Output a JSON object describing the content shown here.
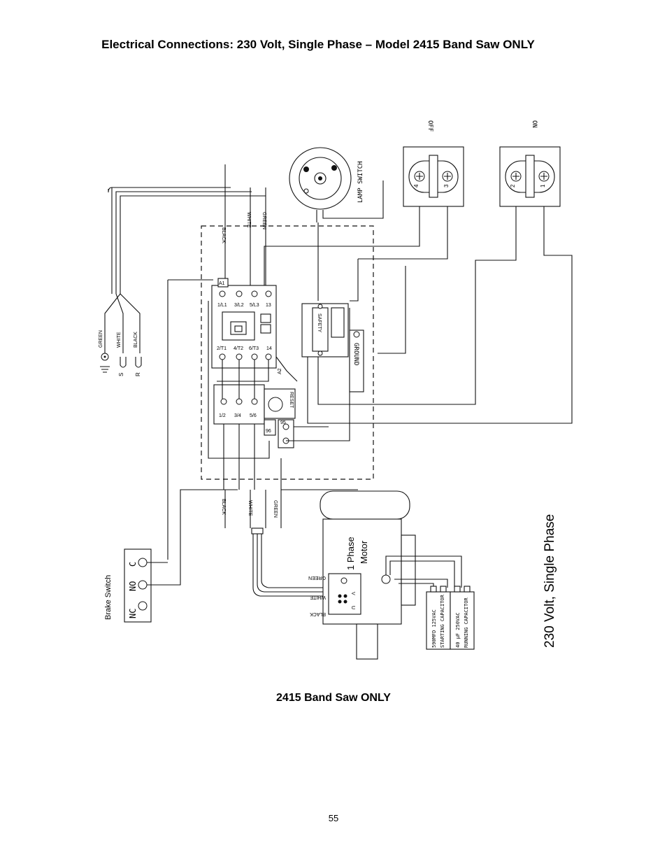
{
  "page": {
    "title": "Electrical Connections: 230 Volt, Single Phase – Model 2415 Band Saw ONLY",
    "caption": "2415 Band Saw ONLY",
    "page_number": "55"
  },
  "diagram": {
    "heading": "230 Volt, Single Phase",
    "lamp_switch_label": "LAMP SWITCH",
    "switch_off_label": "OFF",
    "switch_on_label": "ON",
    "switch_off_terminals": [
      "4",
      "3"
    ],
    "switch_on_terminals": [
      "2",
      "1"
    ],
    "supply_wires": [
      "BLACK",
      "WHITE",
      "GREEN"
    ],
    "motor_wires": [
      "BLACK",
      "WHITE",
      "GREEN"
    ],
    "plug_wires": [
      "GREEN",
      "WHITE",
      "BLACK"
    ],
    "plug_terminals": [
      "⏚",
      "S",
      "R"
    ],
    "contactor_top_terminals": [
      "1/L1",
      "3/L2",
      "5/L3",
      "13"
    ],
    "contactor_bottom_terminals": [
      "2/T1",
      "4/T2",
      "6/T3",
      "14"
    ],
    "contactor_coil_label": "A1",
    "contactor_aux_label": "A2",
    "overload_terminals": [
      "1/2",
      "3/4",
      "5/6"
    ],
    "overload_contact_labels": [
      "96",
      "95"
    ],
    "overload_reset_label": "RESET",
    "safety_switch_label": "SAFETY",
    "ground_label": "GROUND",
    "motor_label_line1": "1 Phase",
    "motor_label_line2": "Motor",
    "motor_terminal_labels": [
      "U",
      "V"
    ],
    "motor_wire_labels": [
      "GREEN",
      "WHITE",
      "BLACK"
    ],
    "starting_capacitor_line1": "590MFD 125VAC",
    "starting_capacitor_line2": "STARTING CAPACITOR",
    "running_capacitor_line1": "40 µF 250VAC",
    "running_capacitor_line2": "RUNNING CAPACITOR",
    "brake_switch_label": "Brake Switch",
    "brake_switch_terminals": [
      "NC",
      "NO",
      "C"
    ]
  }
}
